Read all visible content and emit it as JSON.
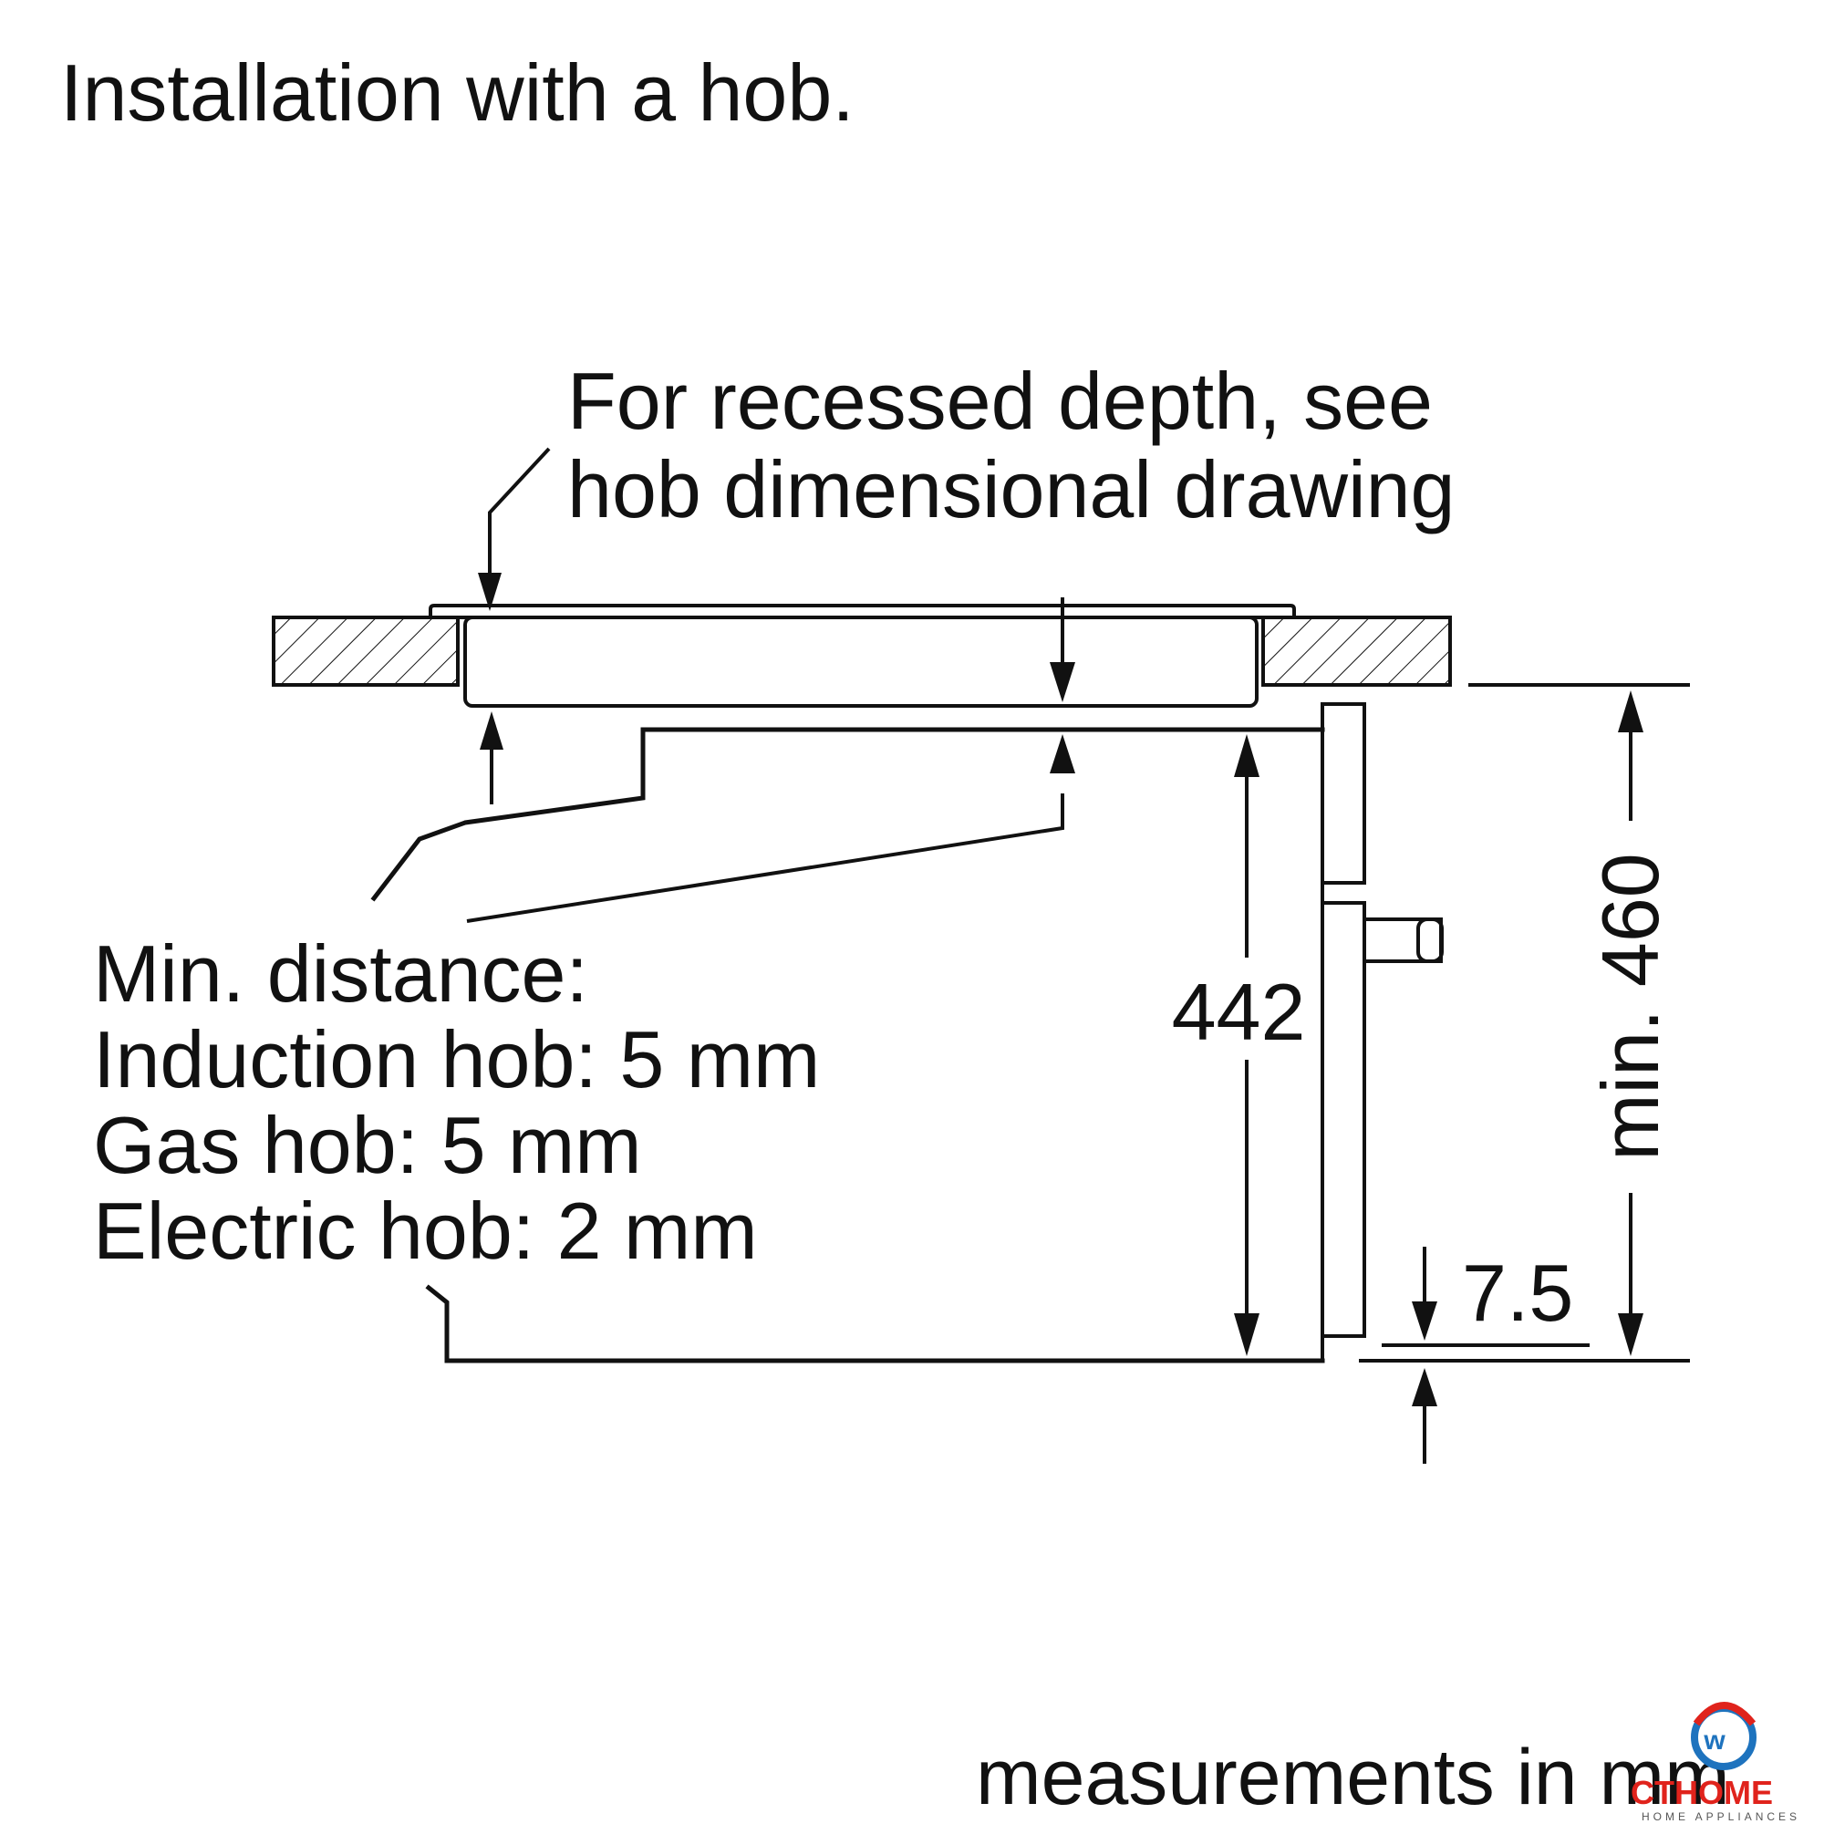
{
  "title": "Installation with a hob.",
  "note_recessed": {
    "line1": "For recessed depth, see",
    "line2": "hob dimensional drawing"
  },
  "min_distance": {
    "heading": "Min. distance:",
    "induction": "Induction hob: 5 mm",
    "gas": "Gas hob: 5 mm",
    "electric": "Electric hob: 2 mm"
  },
  "dimensions": {
    "height_inner": "442",
    "height_min": "min. 460",
    "offset": "7.5"
  },
  "footer": {
    "units": "measurements in mm"
  },
  "watermark": {
    "brand": "CTHOME",
    "tagline": "HOME APPLIANCES",
    "brand_color": "#e0231c",
    "accent_color": "#1e73be"
  }
}
